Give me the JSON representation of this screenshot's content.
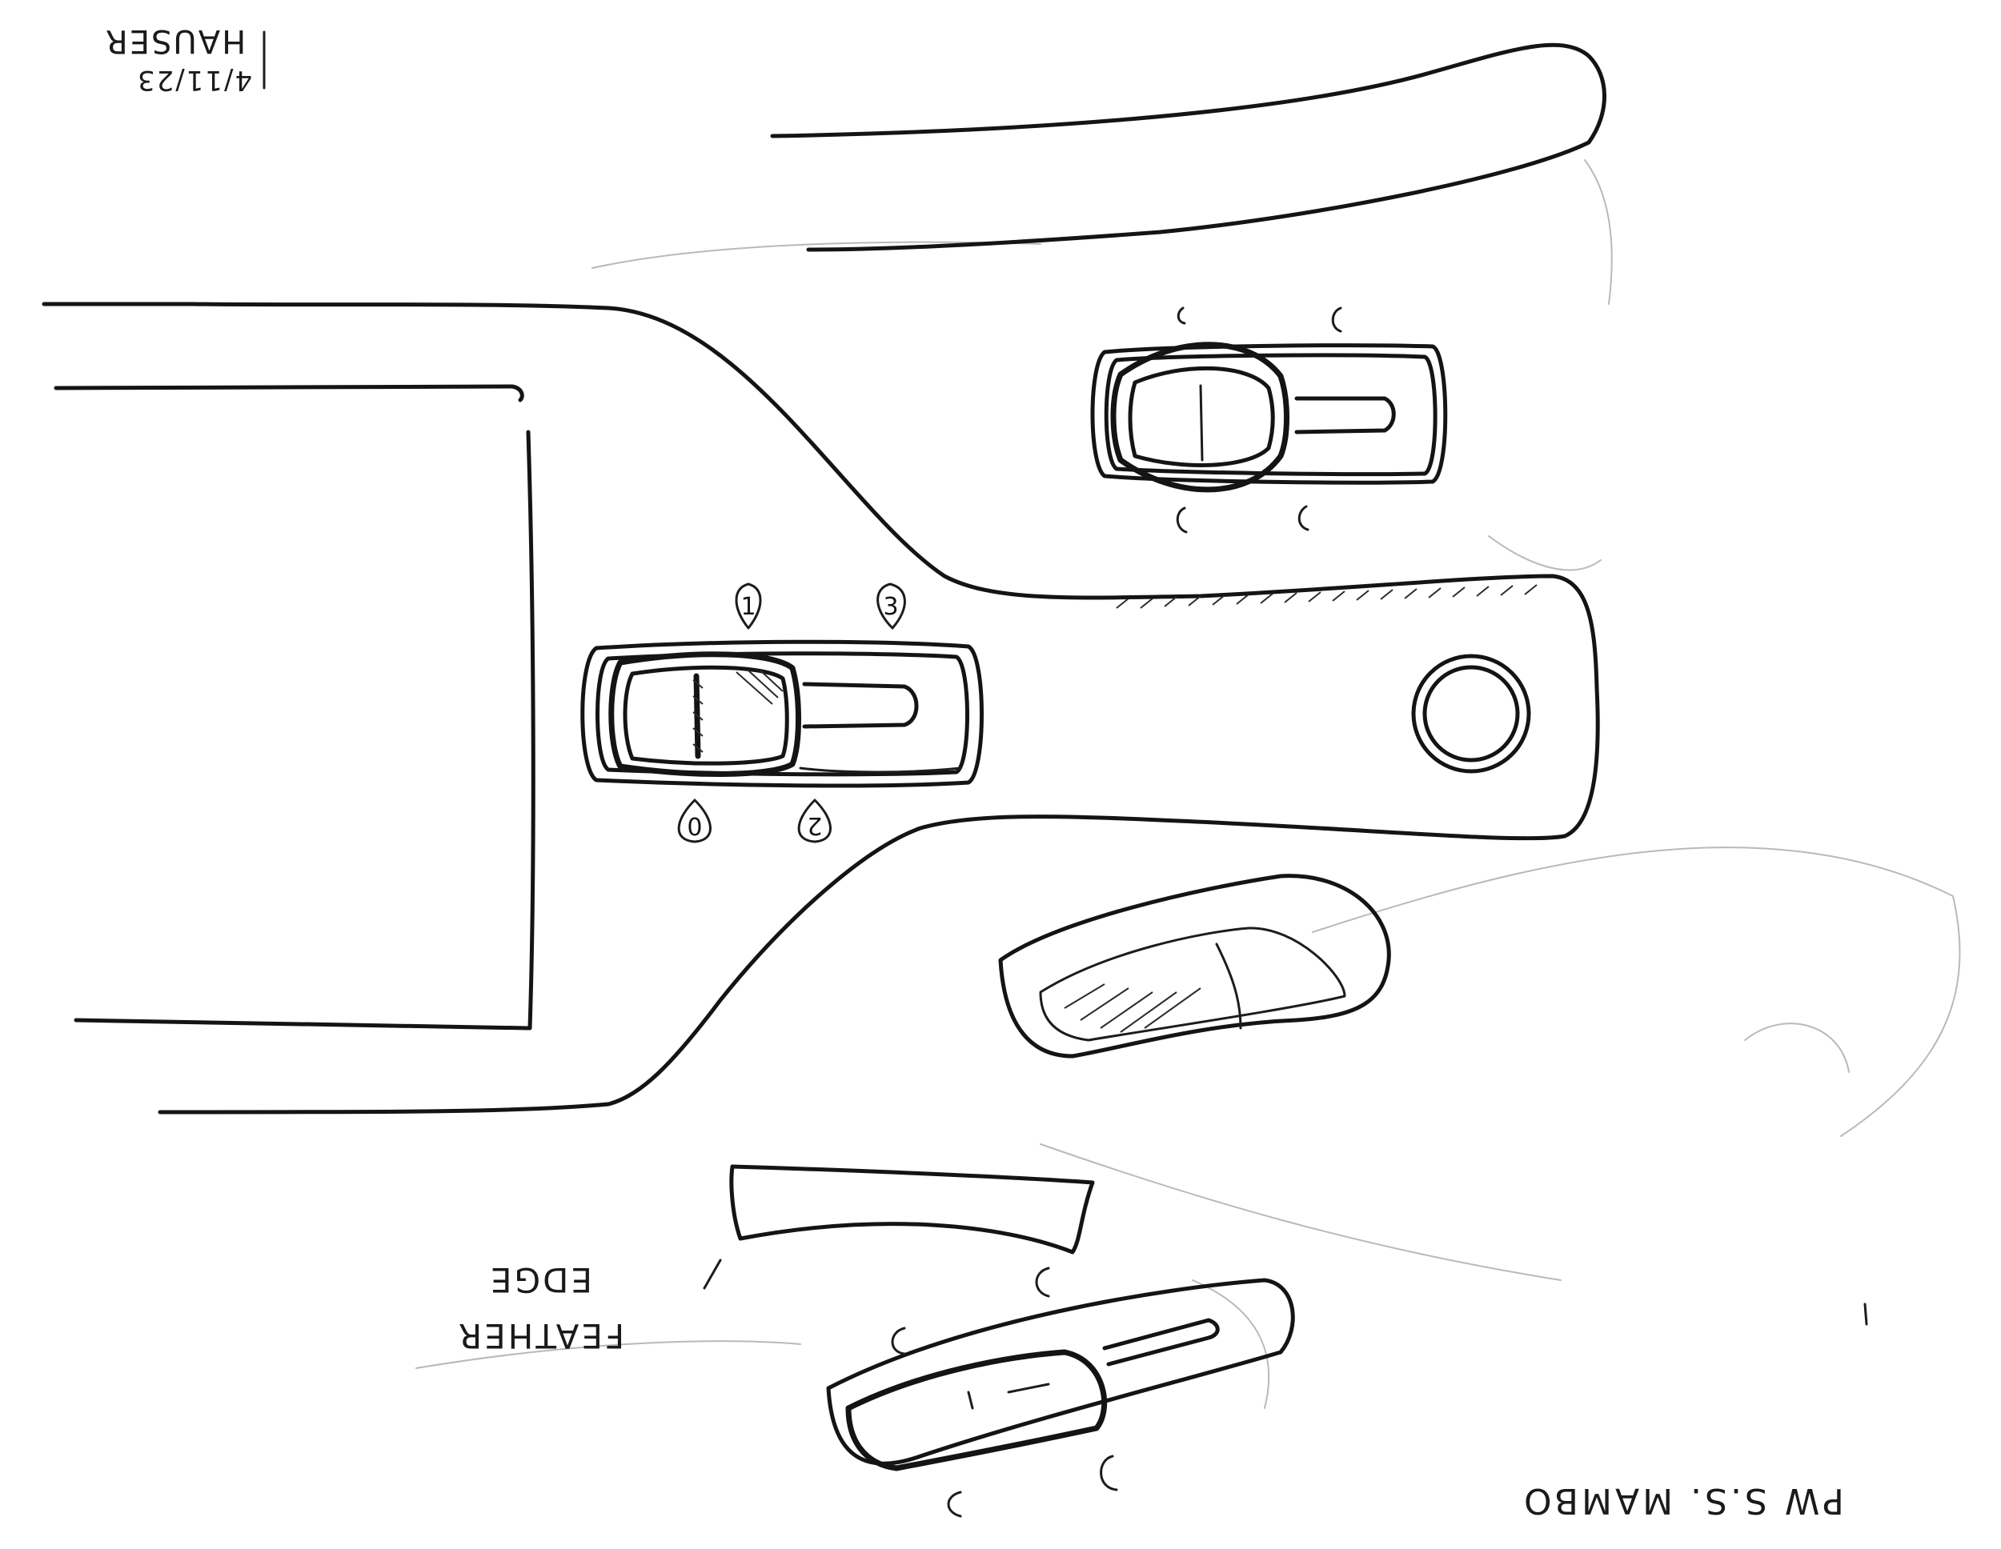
{
  "annotations": {
    "signature_name": "HAUSER",
    "signature_date": "4/11/23",
    "edge_note_line1": "FEATHER",
    "edge_note_line2": "EDGE",
    "credit": "PW S.S. MAMBO"
  },
  "slider_markers": [
    "1",
    "3",
    "0",
    "2"
  ],
  "colors": {
    "ink": "#141414",
    "pencil": "#b9b9b9",
    "paper": "#ffffff"
  }
}
